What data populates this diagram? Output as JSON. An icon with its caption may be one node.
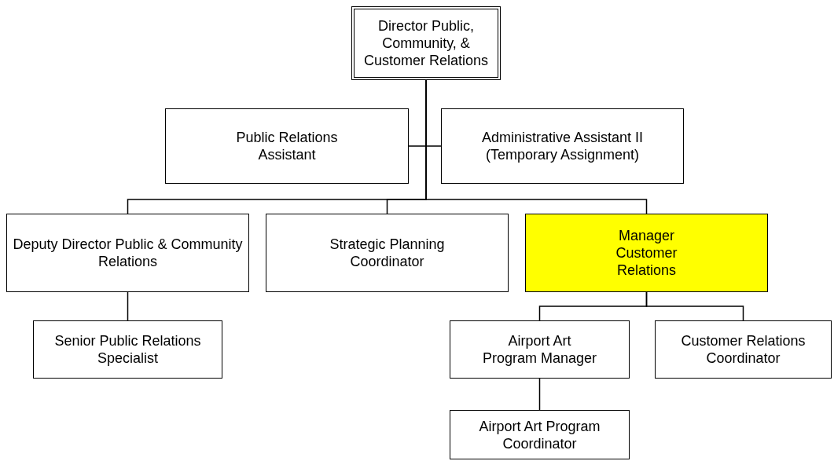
{
  "diagram": {
    "nodes": [
      {
        "text": [
          "Director Public, Community, & Customer Relations"
        ]
      },
      {
        "text": [
          "Public Relations Assistant"
        ]
      },
      {
        "text": [
          "Administrative Assistant II (Temporary Assignment)"
        ]
      },
      {
        "text": [
          "Deputy Director Public & Community Relations"
        ]
      },
      {
        "text": [
          "Strategic Planning Coordinator"
        ]
      },
      {
        "text": [
          "Manager Customer Relations"
        ]
      },
      {
        "text": [
          "Senior Public Relations Specialist"
        ]
      },
      {
        "text": [
          "Airport Art Program Manager"
        ]
      },
      {
        "text": [
          "Customer Relations Coordinator"
        ]
      },
      {
        "text": [
          "Airport Art Program Coordinator"
        ]
      }
    ],
    "edges": [
      {
        "from": 0,
        "to": 1,
        "arrow": "none"
      },
      {
        "from": 0,
        "to": 2,
        "arrow": "none"
      },
      {
        "from": 0,
        "to": 3,
        "arrow": "none"
      },
      {
        "from": 0,
        "to": 4,
        "arrow": "none"
      },
      {
        "from": 0,
        "to": 5,
        "arrow": "none"
      },
      {
        "from": 3,
        "to": 6,
        "arrow": "none"
      },
      {
        "from": 5,
        "to": 7,
        "arrow": "none"
      },
      {
        "from": 5,
        "to": 8,
        "arrow": "none"
      },
      {
        "from": 7,
        "to": 9,
        "arrow": "none"
      }
    ]
  }
}
